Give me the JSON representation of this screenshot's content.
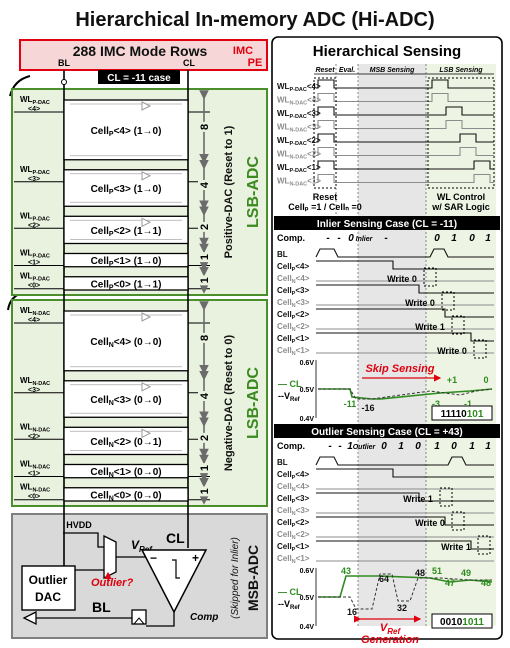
{
  "title": "Hierarchical In-memory ADC (Hi-ADC)",
  "left": {
    "imc_rows": "288 IMC Mode Rows",
    "bl": "BL",
    "cl": "CL",
    "imc_pe": [
      "IMC",
      "PE"
    ],
    "cl_case": "CL = -11 case",
    "lsb_adc": "LSB-ADC",
    "msb_adc": "MSB-ADC",
    "skipped": "(Skipped for Inlier)",
    "pos_dac": "Positive-DAC (Reset to 1)",
    "neg_dac": "Negative-DAC (Reset to 0)",
    "pos_wl": [
      {
        "name": "WL",
        "sub": "P-DAC",
        "idx": "<4>"
      },
      {
        "name": "WL",
        "sub": "P-DAC",
        "idx": "<3>"
      },
      {
        "name": "WL",
        "sub": "P-DAC",
        "idx": "<2>"
      },
      {
        "name": "WL",
        "sub": "P-DAC",
        "idx": "<1>"
      },
      {
        "name": "WL",
        "sub": "P-DAC",
        "idx": "<0>"
      }
    ],
    "neg_wl": [
      {
        "name": "WL",
        "sub": "N-DAC",
        "idx": "<4>"
      },
      {
        "name": "WL",
        "sub": "N-DAC",
        "idx": "<3>"
      },
      {
        "name": "WL",
        "sub": "N-DAC",
        "idx": "<2>"
      },
      {
        "name": "WL",
        "sub": "N-DAC",
        "idx": "<1>"
      },
      {
        "name": "WL",
        "sub": "N-DAC",
        "idx": "<0>"
      }
    ],
    "pos_cells": [
      {
        "cell": "Cell",
        "sub": "P",
        "rest": "<4> (1→0)"
      },
      {
        "cell": "Cell",
        "sub": "P",
        "rest": "<3> (1→0)"
      },
      {
        "cell": "Cell",
        "sub": "P",
        "rest": "<2> (1→1)"
      },
      {
        "cell": "Cell",
        "sub": "P",
        "rest": "<1> (1→0)"
      },
      {
        "cell": "Cell",
        "sub": "P",
        "rest": "<0> (1→1)"
      }
    ],
    "neg_cells": [
      {
        "cell": "Cell",
        "sub": "N",
        "rest": "<4> (0→0)"
      },
      {
        "cell": "Cell",
        "sub": "N",
        "rest": "<3> (0→0)"
      },
      {
        "cell": "Cell",
        "sub": "N",
        "rest": "<2> (0→1)"
      },
      {
        "cell": "Cell",
        "sub": "N",
        "rest": "<1> (0→0)"
      },
      {
        "cell": "Cell",
        "sub": "N",
        "rest": "<0> (0→0)"
      }
    ],
    "pos_weights": [
      "8",
      "4",
      "2",
      "1",
      "1"
    ],
    "neg_weights": [
      "8",
      "4",
      "2",
      "1",
      "1"
    ],
    "hvdd": "HVDD",
    "vref": "V",
    "vref_sub": "Ref",
    "outlier_q": "Outlier?",
    "outlier_dac": [
      "Outlier",
      "DAC"
    ],
    "comp": "Comp",
    "plus": "+",
    "minus": "−"
  },
  "right": {
    "title": "Hierarchical Sensing",
    "phases": [
      "Reset",
      "Eval.",
      "MSB Sensing",
      "LSB Sensing"
    ],
    "wl_rows": [
      {
        "n": "WL",
        "s": "P-DAC",
        "i": "<4>",
        "grey": false
      },
      {
        "n": "WL",
        "s": "N-DAC",
        "i": "<4>",
        "grey": true
      },
      {
        "n": "WL",
        "s": "P-DAC",
        "i": "<3>",
        "grey": false
      },
      {
        "n": "WL",
        "s": "N-DAC",
        "i": "<3>",
        "grey": true
      },
      {
        "n": "WL",
        "s": "P-DAC",
        "i": "<2>",
        "grey": false
      },
      {
        "n": "WL",
        "s": "N-DAC",
        "i": "<2>",
        "grey": true
      },
      {
        "n": "WL",
        "s": "P-DAC",
        "i": "<1>",
        "grey": false
      },
      {
        "n": "WL",
        "s": "N-DAC",
        "i": "<1>",
        "grey": true
      }
    ],
    "reset_note": [
      "Reset",
      "Cellₚ =1 / Cellₙ =0"
    ],
    "wl_control": [
      "WL Control",
      "w/ SAR Logic"
    ],
    "inlier": {
      "header": "Inlier Sensing Case (CL = -11)",
      "comp_label": "Comp.",
      "comp_vals": [
        "-",
        "-",
        "0",
        "Inlier",
        "-",
        "0",
        "1",
        "0",
        "1"
      ],
      "rows": [
        {
          "n": "BL",
          "s": "",
          "i": "",
          "grey": false
        },
        {
          "n": "Cell",
          "s": "P",
          "i": "<4>",
          "grey": false
        },
        {
          "n": "Cell",
          "s": "N",
          "i": "<4>",
          "grey": true
        },
        {
          "n": "Cell",
          "s": "P",
          "i": "<3>",
          "grey": false
        },
        {
          "n": "Cell",
          "s": "N",
          "i": "<3>",
          "grey": true
        },
        {
          "n": "Cell",
          "s": "P",
          "i": "<2>",
          "grey": false
        },
        {
          "n": "Cell",
          "s": "N",
          "i": "<2>",
          "grey": true
        },
        {
          "n": "Cell",
          "s": "P",
          "i": "<1>",
          "grey": false
        },
        {
          "n": "Cell",
          "s": "N",
          "i": "<1>",
          "grey": true
        }
      ],
      "writes": [
        "Write 0",
        "Write 0",
        "Write 1",
        "Write 0"
      ],
      "y_ticks": [
        "0.6V",
        "0.5V",
        "0.4V"
      ],
      "legend": [
        "— CL",
        "--V"
      ],
      "legend_sub": "Ref",
      "skip": "Skip Sensing",
      "labels": [
        "-11",
        "-16",
        "+1",
        "0",
        "-3",
        "-1"
      ],
      "code_a": "11110",
      "code_b": "101"
    },
    "outlier": {
      "header": "Outlier Sensing Case (CL = +43)",
      "comp_label": "Comp.",
      "comp_vals": [
        "-",
        "-",
        "1",
        "Outlier",
        "0",
        "1",
        "0",
        "1",
        "0",
        "1",
        "1"
      ],
      "rows": [
        {
          "n": "BL",
          "s": "",
          "i": "",
          "grey": false
        },
        {
          "n": "Cell",
          "s": "P",
          "i": "<4>",
          "grey": false
        },
        {
          "n": "Cell",
          "s": "N",
          "i": "<4>",
          "grey": true
        },
        {
          "n": "Cell",
          "s": "P",
          "i": "<3>",
          "grey": false
        },
        {
          "n": "Cell",
          "s": "N",
          "i": "<3>",
          "grey": true
        },
        {
          "n": "Cell",
          "s": "P",
          "i": "<2>",
          "grey": false
        },
        {
          "n": "Cell",
          "s": "N",
          "i": "<2>",
          "grey": true
        },
        {
          "n": "Cell",
          "s": "P",
          "i": "<1>",
          "grey": false
        },
        {
          "n": "Cell",
          "s": "N",
          "i": "<1>",
          "grey": true
        }
      ],
      "writes": [
        "Write 1",
        "Write 0",
        "Write 1"
      ],
      "y_ticks": [
        "0.6V",
        "0.5V",
        "0.4V"
      ],
      "legend": [
        "— CL",
        "--V"
      ],
      "legend_sub": "Ref",
      "vref_gen": [
        "V",
        "Ref",
        "Generation"
      ],
      "labels": [
        "43",
        "16",
        "64",
        "32",
        "48",
        "51",
        "47",
        "49",
        "48"
      ],
      "code_a": "0010",
      "code_b": "1011"
    }
  }
}
